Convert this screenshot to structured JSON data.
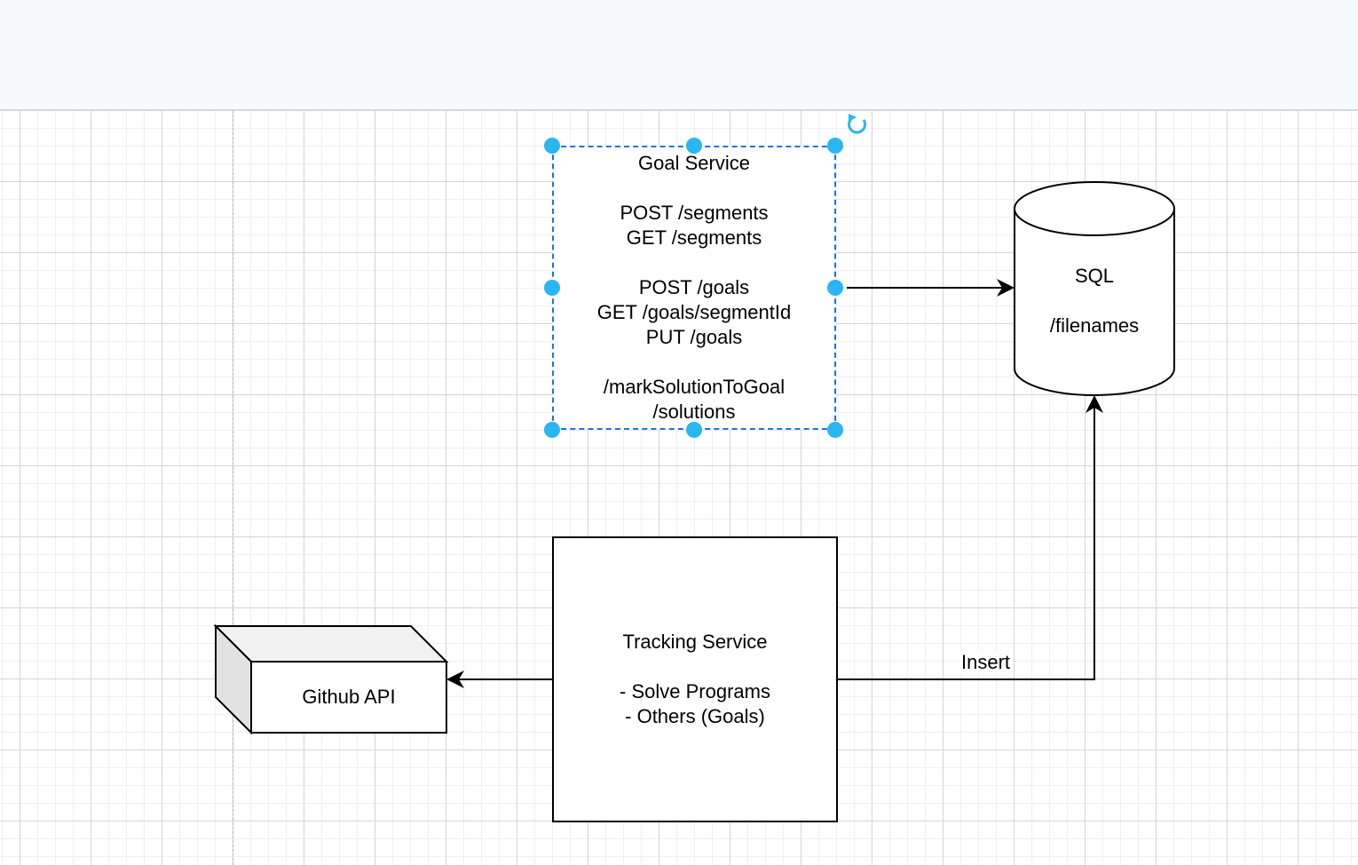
{
  "colors": {
    "selection": "#29b6f2",
    "stroke": "#000000",
    "grid": "#d4d4d4"
  },
  "icons": {
    "rotate": "rotate-icon"
  },
  "nodes": {
    "goal_service": {
      "lines": [
        "Goal Service",
        "",
        "POST /segments",
        "GET /segments",
        "",
        "POST /goals",
        "GET /goals/segmentId",
        "PUT /goals",
        "",
        "/markSolutionToGoal",
        "/solutions"
      ]
    },
    "sql": {
      "lines": [
        "SQL",
        "",
        "/filenames"
      ]
    },
    "tracking_service": {
      "lines": [
        "Tracking Service",
        "",
        "- Solve Programs",
        "- Others (Goals)"
      ]
    },
    "github_api": {
      "label": "Github API"
    }
  },
  "edges": {
    "tracking_to_sql": {
      "label": "Insert"
    }
  }
}
